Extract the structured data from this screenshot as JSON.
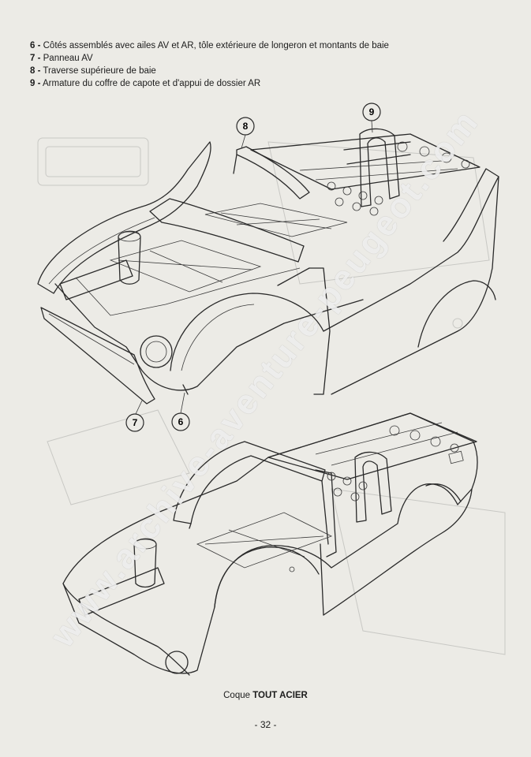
{
  "legend": [
    {
      "num": "6 -",
      "text": "Côtés assemblés avec ailes AV et AR, tôle extérieure de longeron et montants de baie"
    },
    {
      "num": "7 -",
      "text": "Panneau AV"
    },
    {
      "num": "8 -",
      "text": "Traverse supérieure de baie"
    },
    {
      "num": "9 -",
      "text": "Armature du coffre de capote et d'appui de dossier AR"
    }
  ],
  "callouts": {
    "c6": "6",
    "c7": "7",
    "c8": "8",
    "c9": "9"
  },
  "caption": {
    "prefix": "Coque",
    "strong": "TOUT ACIER"
  },
  "page_number": "- 32 -",
  "watermark": "www.archive-aventure-peugeot.com"
}
